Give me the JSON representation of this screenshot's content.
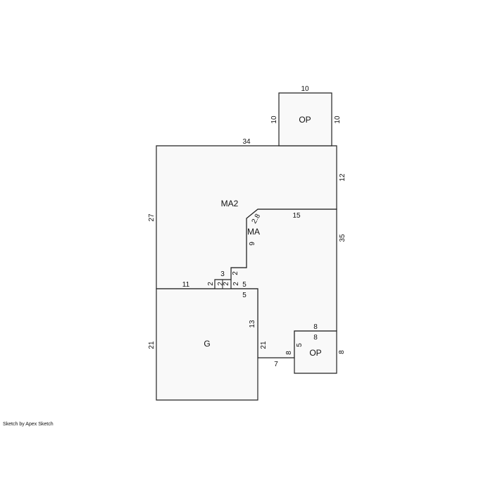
{
  "areas": {
    "main_upper": {
      "label": "MA2"
    },
    "main": {
      "label": "MA"
    },
    "garage": {
      "label": "G"
    },
    "porch_top": {
      "label": "OP"
    },
    "porch_bottom": {
      "label": "OP"
    }
  },
  "dimensions": {
    "ma2_top": "34",
    "ma2_left": "27",
    "ma2_right": "12",
    "ma2_bottom_left": "11",
    "ma2_bottom_step": "15",
    "ma2_diag": "2.8",
    "ma_right": "35",
    "ma_left_9": "9",
    "ma_step_3": "3",
    "ma_step_2_upper": "2",
    "ma_step_2_a": "2",
    "ma_step_2_b": "2",
    "ma_step_2_c": "2",
    "ma_step_2_d": "2",
    "ma_step_5_a": "5",
    "ma_step_5_b": "5",
    "ma_13": "13",
    "ma_21": "21",
    "ma_7": "7",
    "ma_8": "8",
    "garage_left": "21",
    "op_top_top": "10",
    "op_top_left": "10",
    "op_top_right": "10",
    "op_bottom_top": "8",
    "op_bottom_inner_top": "8",
    "op_bottom_left": "5",
    "op_bottom_right": "8"
  },
  "footer": {
    "credit": "Sketch by Apex Sketch"
  }
}
